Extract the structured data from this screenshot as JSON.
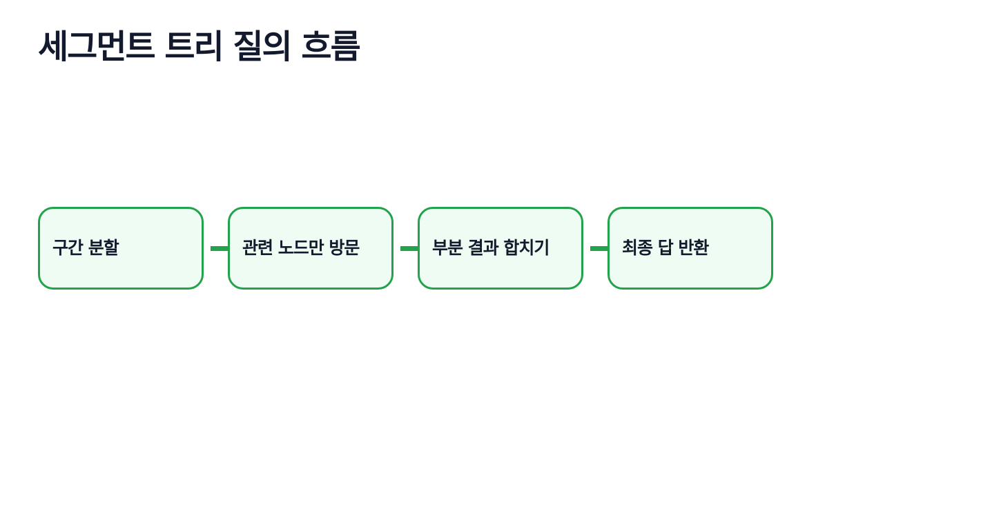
{
  "title": "세그먼트 트리 질의 흐름",
  "colors": {
    "accent": "#22a24b",
    "box_fill": "#effcf3",
    "text": "#141a2e"
  },
  "steps": [
    {
      "label": "구간 분할"
    },
    {
      "label": "관련 노드만 방문"
    },
    {
      "label": "부분 결과 합치기"
    },
    {
      "label": "최종 답 반환"
    }
  ]
}
